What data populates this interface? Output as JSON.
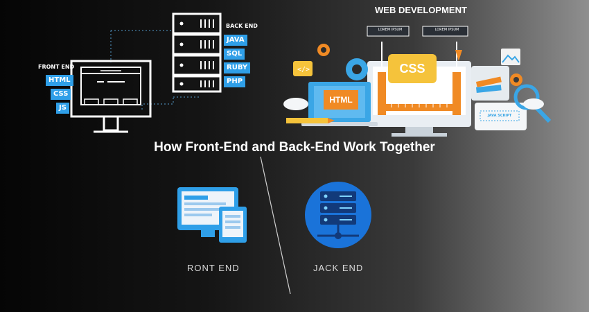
{
  "diagram": {
    "front_end_caption": "FRONT END",
    "front_end_tags": [
      "HTML",
      "CSS",
      "JS"
    ],
    "back_end_caption": "BACK END",
    "back_end_tags": [
      "JAVA",
      "SQL",
      "RUBY",
      "PHP"
    ]
  },
  "illustration": {
    "heading": "WEB DEVELOPMENT",
    "placeholder_1": "LOREM IPSUM",
    "placeholder_2": "LOREM IPSUM",
    "css_tag": "CSS",
    "html_tag": "HTML",
    "js_tag": "JAVA SCRIPT"
  },
  "title": "How Front-End and Back-End Work Together",
  "captions": {
    "front": "RONT END",
    "back": "JACK END"
  },
  "colors": {
    "accent_blue": "#2f9fe8",
    "orange": "#f08a24",
    "yellow": "#f5c33b"
  }
}
